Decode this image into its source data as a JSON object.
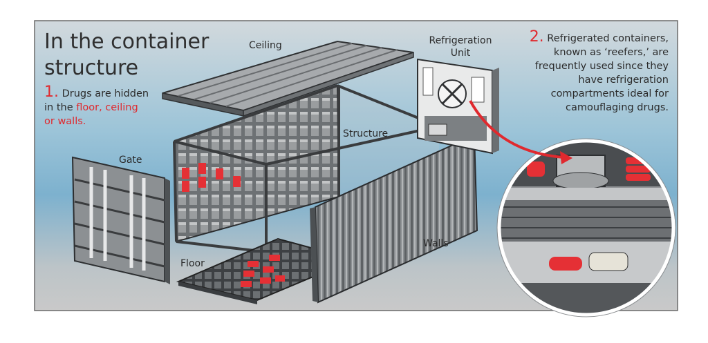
{
  "title": [
    "In the container",
    "structure"
  ],
  "step1": {
    "number": "1.",
    "line1": "Drugs are hidden",
    "line2_plain": "in the",
    "line2_red": "floor, ceiling",
    "line3_red": "or walls."
  },
  "step2": {
    "number": "2.",
    "lines": [
      "Refrigerated containers,",
      "known as ‘reefers,’ are",
      "frequently used since they",
      "have refrigeration",
      "compartments ideal for",
      "camouflaging drugs."
    ]
  },
  "labels": {
    "ceiling": "Ceiling",
    "refrigeration_unit": [
      "Refrigeration",
      "Unit"
    ],
    "structure": "Structure",
    "gate": "Gate",
    "walls": "Walls",
    "floor": "Floor"
  },
  "colors": {
    "accent": "#e0292e",
    "panel_bg_top": "#c9d3d9",
    "panel_bg_mid": "#7fb3d0",
    "panel_bg_bottom": "#c4c4c4",
    "metal": "#5b5f63"
  },
  "icons": [
    "refrigeration-fan-icon",
    "arrow-icon"
  ]
}
